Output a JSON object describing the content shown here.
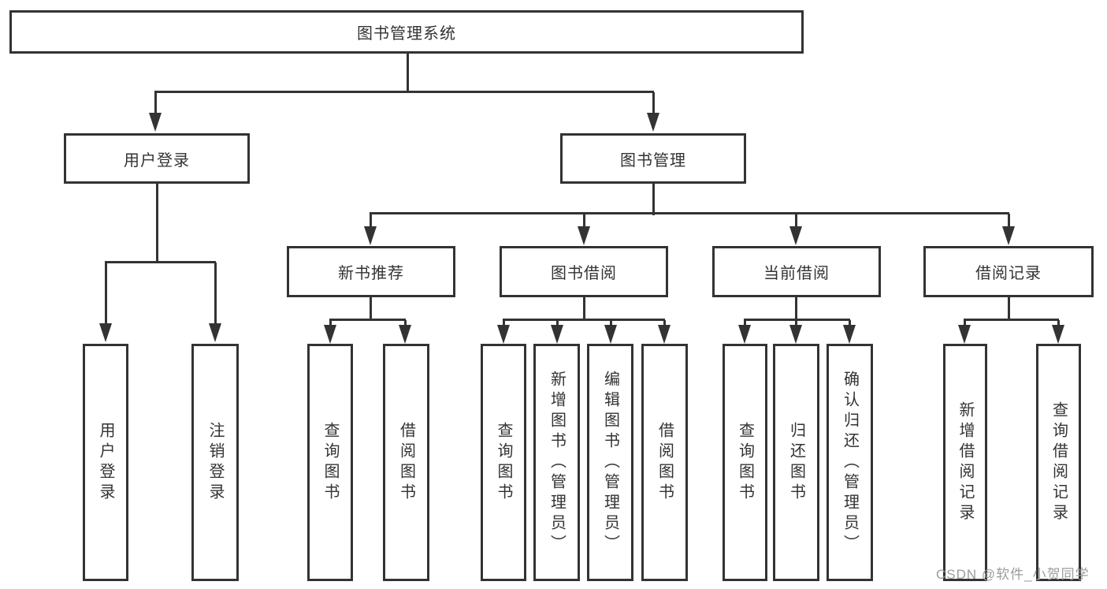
{
  "colors": {
    "line": "#333333",
    "text": "#333333",
    "watermark": "#9c9c9c",
    "background": "#ffffff"
  },
  "tree": {
    "root": "图书管理系统",
    "children": [
      {
        "label": "用户登录",
        "leaves": [
          "用户登录",
          "注销登录"
        ]
      },
      {
        "label": "图书管理",
        "children": [
          {
            "label": "新书推荐",
            "leaves": [
              "查询图书",
              "借阅图书"
            ]
          },
          {
            "label": "图书借阅",
            "leaves": [
              "查询图书",
              "新增图书（管理员）",
              "编辑图书（管理员）",
              "借阅图书"
            ]
          },
          {
            "label": "当前借阅",
            "leaves": [
              "查询图书",
              "归还图书",
              "确认归还（管理员）"
            ]
          },
          {
            "label": "借阅记录",
            "leaves": [
              "新增借阅记录",
              "查询借阅记录"
            ]
          }
        ]
      }
    ]
  },
  "watermark": {
    "text": "CSDN @软件_小贺同学"
  }
}
